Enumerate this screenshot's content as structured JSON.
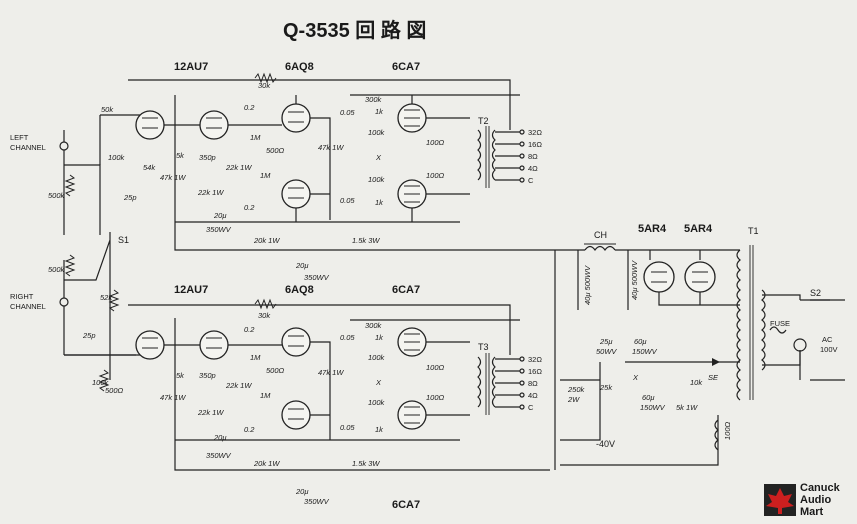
{
  "title": "Q-3535 回 路 図",
  "tubes": {
    "top_12au7": "12AU7",
    "top_6aq8": "6AQ8",
    "top_6ca7": "6CA7",
    "bot_12au7": "12AU7",
    "bot_6aq8": "6AQ8",
    "bot_6ca7": "6CA7",
    "bot_6ca7_lower": "6CA7",
    "rect1": "5AR4",
    "rect2": "5AR4"
  },
  "inputs": {
    "left": [
      "LEFT",
      "CHANNEL"
    ],
    "right": [
      "RIGHT",
      "CHANNEL"
    ],
    "switch": "S1",
    "ac_switch": "S2"
  },
  "transformers": {
    "t1": "T1",
    "t2": "T2",
    "t3": "T3",
    "choke": "CH"
  },
  "taps": [
    "32Ω",
    "16Ω",
    "8Ω",
    "4Ω",
    "C"
  ],
  "components": {
    "r30k_top": "30k",
    "r30k_bot": "30k",
    "r50k": "50k",
    "r100k_in": "100k",
    "r47k1w": "47k 1W",
    "r54k": "54k",
    "r5k": "5k",
    "c25p": "25p",
    "c350p": "350p",
    "r22k1w_a": "22k 1W",
    "r22k1w_b": "22k 1W",
    "r1m_a": "1M",
    "r1m_b": "1M",
    "r500": "500Ω",
    "c02_a": "0.2",
    "c02_b": "0.2",
    "c20u": "20μ",
    "c20u_v": "350WV",
    "r300k": "300k",
    "r1k_a": "1k",
    "r1k_b": "1k",
    "r100k_a": "100k",
    "r100k_b": "100k",
    "c005_a": "0.05",
    "c005_b": "0.05",
    "rx": "X",
    "r100": "100Ω",
    "r100b": "100Ω",
    "r20k1w": "20k 1W",
    "r15k3w": "1.5k 3W",
    "c20u_b": "20μ",
    "c20u_bv": "350WV",
    "r500k_a": "500k",
    "r500k_b": "500k",
    "r52k": "52k",
    "r100k_c": "100k",
    "c25p_b": "25p",
    "r500q": "500Ω",
    "r47k1w_b": "47k 1W",
    "c40u_a": "40μ 500WV",
    "c40u_b": "40μ 500WV",
    "r250k": "250k",
    "r2w": "2W",
    "c25u": "25μ",
    "c25u_v": "50WV",
    "r25k": "25k",
    "c60u": "60μ",
    "c60u_v": "150WV",
    "c60u_b": "60μ",
    "c60u_bv": "150WV",
    "r10k": "10k",
    "r5k1w": "5k 1W",
    "se": "SE",
    "r100q": "100Ω",
    "v40": "-40V",
    "fuse": "FUSE",
    "ac": "AC",
    "ac_v": "100V",
    "x_top": "X",
    "x_bot": "X"
  },
  "watermark": {
    "line1": "Canuck",
    "line2": "Audio",
    "line3": "Mart"
  }
}
